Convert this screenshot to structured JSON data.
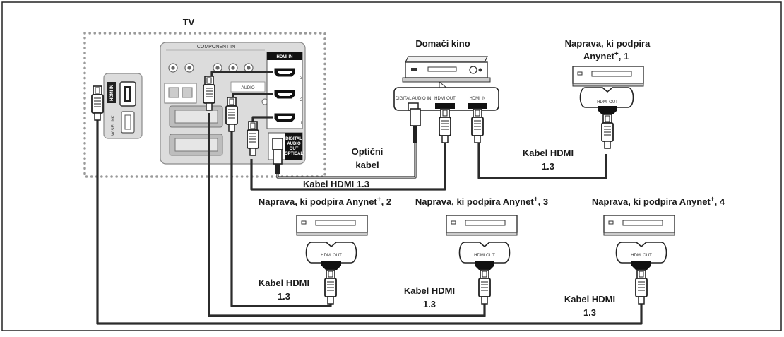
{
  "tv": {
    "title": "TV",
    "hdmi_in": "HDMI IN",
    "wiselink": "WISELINK",
    "component_in": "COMPONENT IN",
    "digital_audio_out": "DIGITAL AUDIO OUT (OPTICAL)",
    "port1": "1",
    "port2": "2",
    "port3": "3"
  },
  "home_theater": {
    "title": "Domači kino",
    "digital_audio_in": "DIGITAL AUDIO IN",
    "hdmi_out": "HDMI OUT",
    "hdmi_in": "HDMI IN"
  },
  "device1": {
    "title_line1": "Naprava, ki podpira",
    "title_line2": "Anynet",
    "sup": "+",
    "suffix": ", 1",
    "hdmi_out": "HDMI OUT"
  },
  "device2": {
    "title": "Naprava, ki podpira Anynet",
    "sup": "+",
    "suffix": ", 2",
    "hdmi_out": "HDMI OUT"
  },
  "device3": {
    "title": "Naprava, ki podpira Anynet",
    "sup": "+",
    "suffix": ", 3",
    "hdmi_out": "HDMI OUT"
  },
  "device4": {
    "title": "Naprava, ki podpira Anynet",
    "sup": "+",
    "suffix": ", 4",
    "hdmi_out": "HDMI OUT"
  },
  "cables": {
    "optical_line1": "Optični",
    "optical_line2": "kabel",
    "hdmi_main": "Kabel HDMI 1.3",
    "hdmi_d1_line1": "Kabel HDMI",
    "hdmi_d1_line2": "1.3",
    "hdmi_d2_line1": "Kabel HDMI",
    "hdmi_d2_line2": "1.3",
    "hdmi_d3_line1": "Kabel HDMI",
    "hdmi_d3_line2": "1.3",
    "hdmi_d4_line1": "Kabel HDMI",
    "hdmi_d4_line2": "1.3"
  }
}
